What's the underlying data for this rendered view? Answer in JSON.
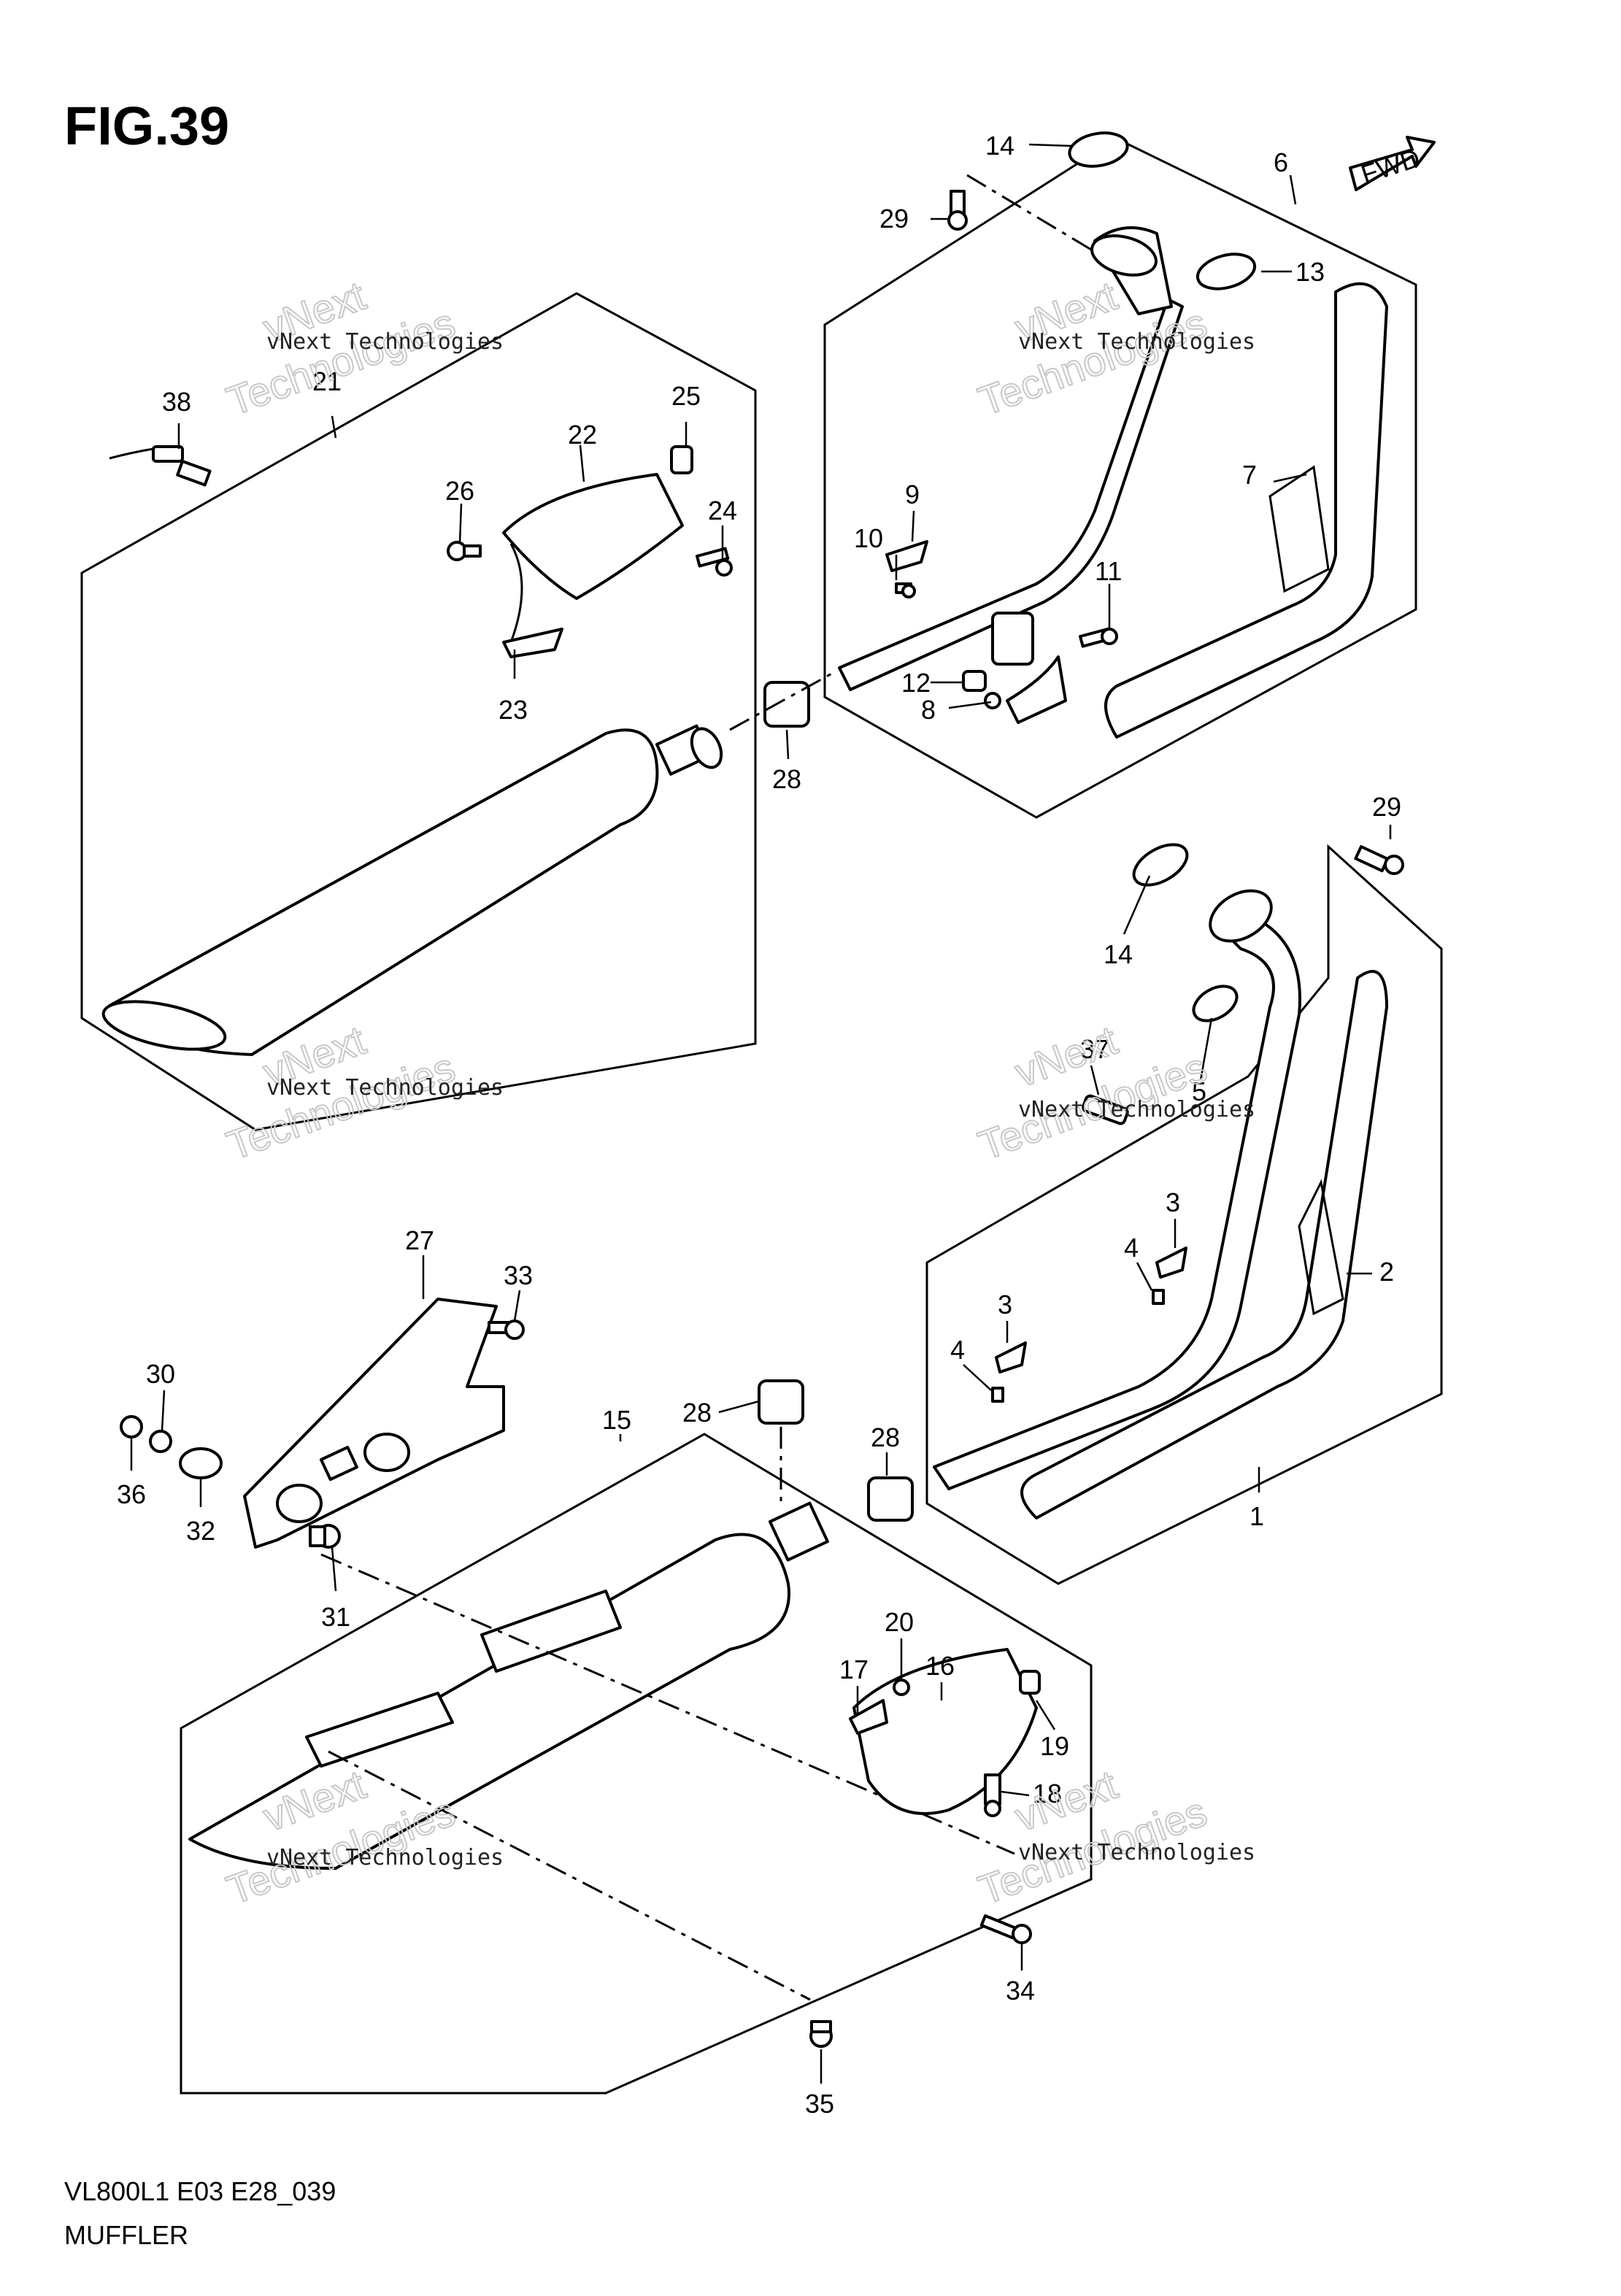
{
  "figure": {
    "title": "FIG.39",
    "model_code": "VL800L1 E03 E28_039",
    "section_name": "MUFFLER",
    "fwd_label": "FWD"
  },
  "watermark": {
    "line1": "vNext Technologies",
    "line2": "vNext",
    "line3": "Technologies"
  },
  "part_labels": [
    "1",
    "2",
    "3",
    "3",
    "4",
    "4",
    "5",
    "6",
    "7",
    "8",
    "9",
    "10",
    "11",
    "12",
    "13",
    "14",
    "14",
    "15",
    "16",
    "17",
    "18",
    "19",
    "20",
    "21",
    "22",
    "23",
    "24",
    "25",
    "26",
    "27",
    "28",
    "28",
    "28",
    "29",
    "29",
    "30",
    "31",
    "32",
    "33",
    "34",
    "35",
    "36",
    "37",
    "38"
  ]
}
